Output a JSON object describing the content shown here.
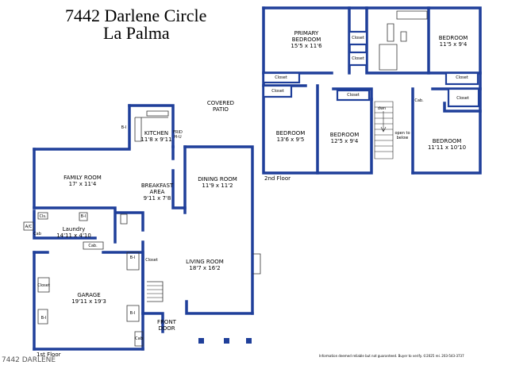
{
  "header": {
    "address": "7442 Darlene Circle",
    "city": "La Palma"
  },
  "floors": {
    "first": {
      "label": "1st Floor",
      "rooms": [
        {
          "name": "COVERED",
          "name2": "PATIO",
          "dims": ""
        },
        {
          "name": "KITCHEN",
          "dims": "11'8 x 9'11"
        },
        {
          "name": "FAMILY ROOM",
          "dims": "17' x 11'4"
        },
        {
          "name": "BREAKFAST",
          "name2": "AREA",
          "dims": "9'11 x 7'8"
        },
        {
          "name": "DINING ROOM",
          "dims": "11'9 x 11'2"
        },
        {
          "name": "Laundry",
          "dims": "14'11 x 4'10"
        },
        {
          "name": "LIVING ROOM",
          "dims": "18'7 x 16'2"
        },
        {
          "name": "GARAGE",
          "dims": "19'11 x 19'3"
        },
        {
          "name": "FRONT",
          "name2": "DOOR",
          "dims": ""
        }
      ],
      "small_labels": {
        "bi": "B-I",
        "frid": "FRID",
        "hu": "H-U",
        "cab": "Cab.",
        "cabinet_short": "Cab",
        "ac": "A/C",
        "closet": "Closet",
        "cls": "Cls."
      }
    },
    "second": {
      "label": "2nd Floor",
      "rooms": [
        {
          "name": "PRIMARY",
          "name2": "BEDROOM",
          "dims": "15'5 x 11'6"
        },
        {
          "name": "BEDROOM",
          "dims": "11'5 x 9'4"
        },
        {
          "name": "BEDROOM",
          "dims": "13'6 x 9'5"
        },
        {
          "name": "BEDROOM",
          "dims": "12'5 x 9'4"
        },
        {
          "name": "BEDROOM",
          "dims": "11'11 x 10'10"
        }
      ],
      "small_labels": {
        "closet": "Closet",
        "cab": "Cab.",
        "dn": "dwn",
        "open1": "open to",
        "open2": "below"
      }
    }
  },
  "footer": {
    "disclaimer": "Information deemed reliable but not guaranteed. Buyer to verify. ©2025 rei. 203-543-3737",
    "watermark": "7442 DARLENE"
  },
  "colors": {
    "wall": "#1f3f9a"
  }
}
